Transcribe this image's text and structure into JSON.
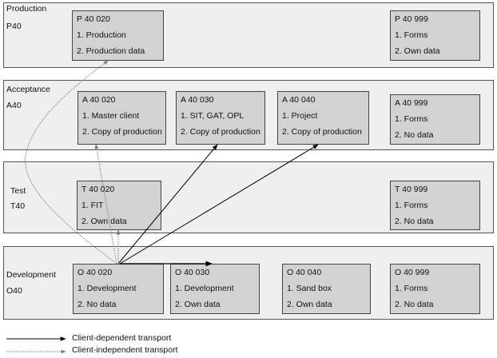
{
  "bands": {
    "production": {
      "title": "Production",
      "code": "P40"
    },
    "acceptance": {
      "title": "Acceptance",
      "code": "A40"
    },
    "test": {
      "title": "Test",
      "code": "T40"
    },
    "development": {
      "title": "Development",
      "code": "O40"
    }
  },
  "clients": {
    "p40020": [
      "P 40 020",
      "1. Production",
      "2. Production data"
    ],
    "p40999": [
      "P 40 999",
      "1. Forms",
      "2. Own data"
    ],
    "a40020": [
      "A 40 020",
      "1. Master client",
      "2. Copy of production"
    ],
    "a40030": [
      "A 40 030",
      "1. SIT, GAT, OPL",
      "2. Copy of production"
    ],
    "a40040": [
      "A 40 040",
      "1. Project",
      "2. Copy of production"
    ],
    "a40999": [
      "A 40 999",
      "1. Forms",
      "2. No data"
    ],
    "t40020": [
      "T 40 020",
      "1. FIT",
      "2. Own data"
    ],
    "t40999": [
      "T 40 999",
      "1. Forms",
      "2. No data"
    ],
    "o40020": [
      "O 40 020",
      "1. Development",
      "2. No data"
    ],
    "o40030": [
      "O 40 030",
      "1. Development",
      "2. Own data"
    ],
    "o40040": [
      "O 40 040",
      "1. Sand box",
      "2. Own data"
    ],
    "o40999": [
      "O 40 999",
      "1. Forms",
      "2. No data"
    ]
  },
  "legend": {
    "dependent": "Client-dependent transport",
    "independent": "Client-independent transport"
  }
}
